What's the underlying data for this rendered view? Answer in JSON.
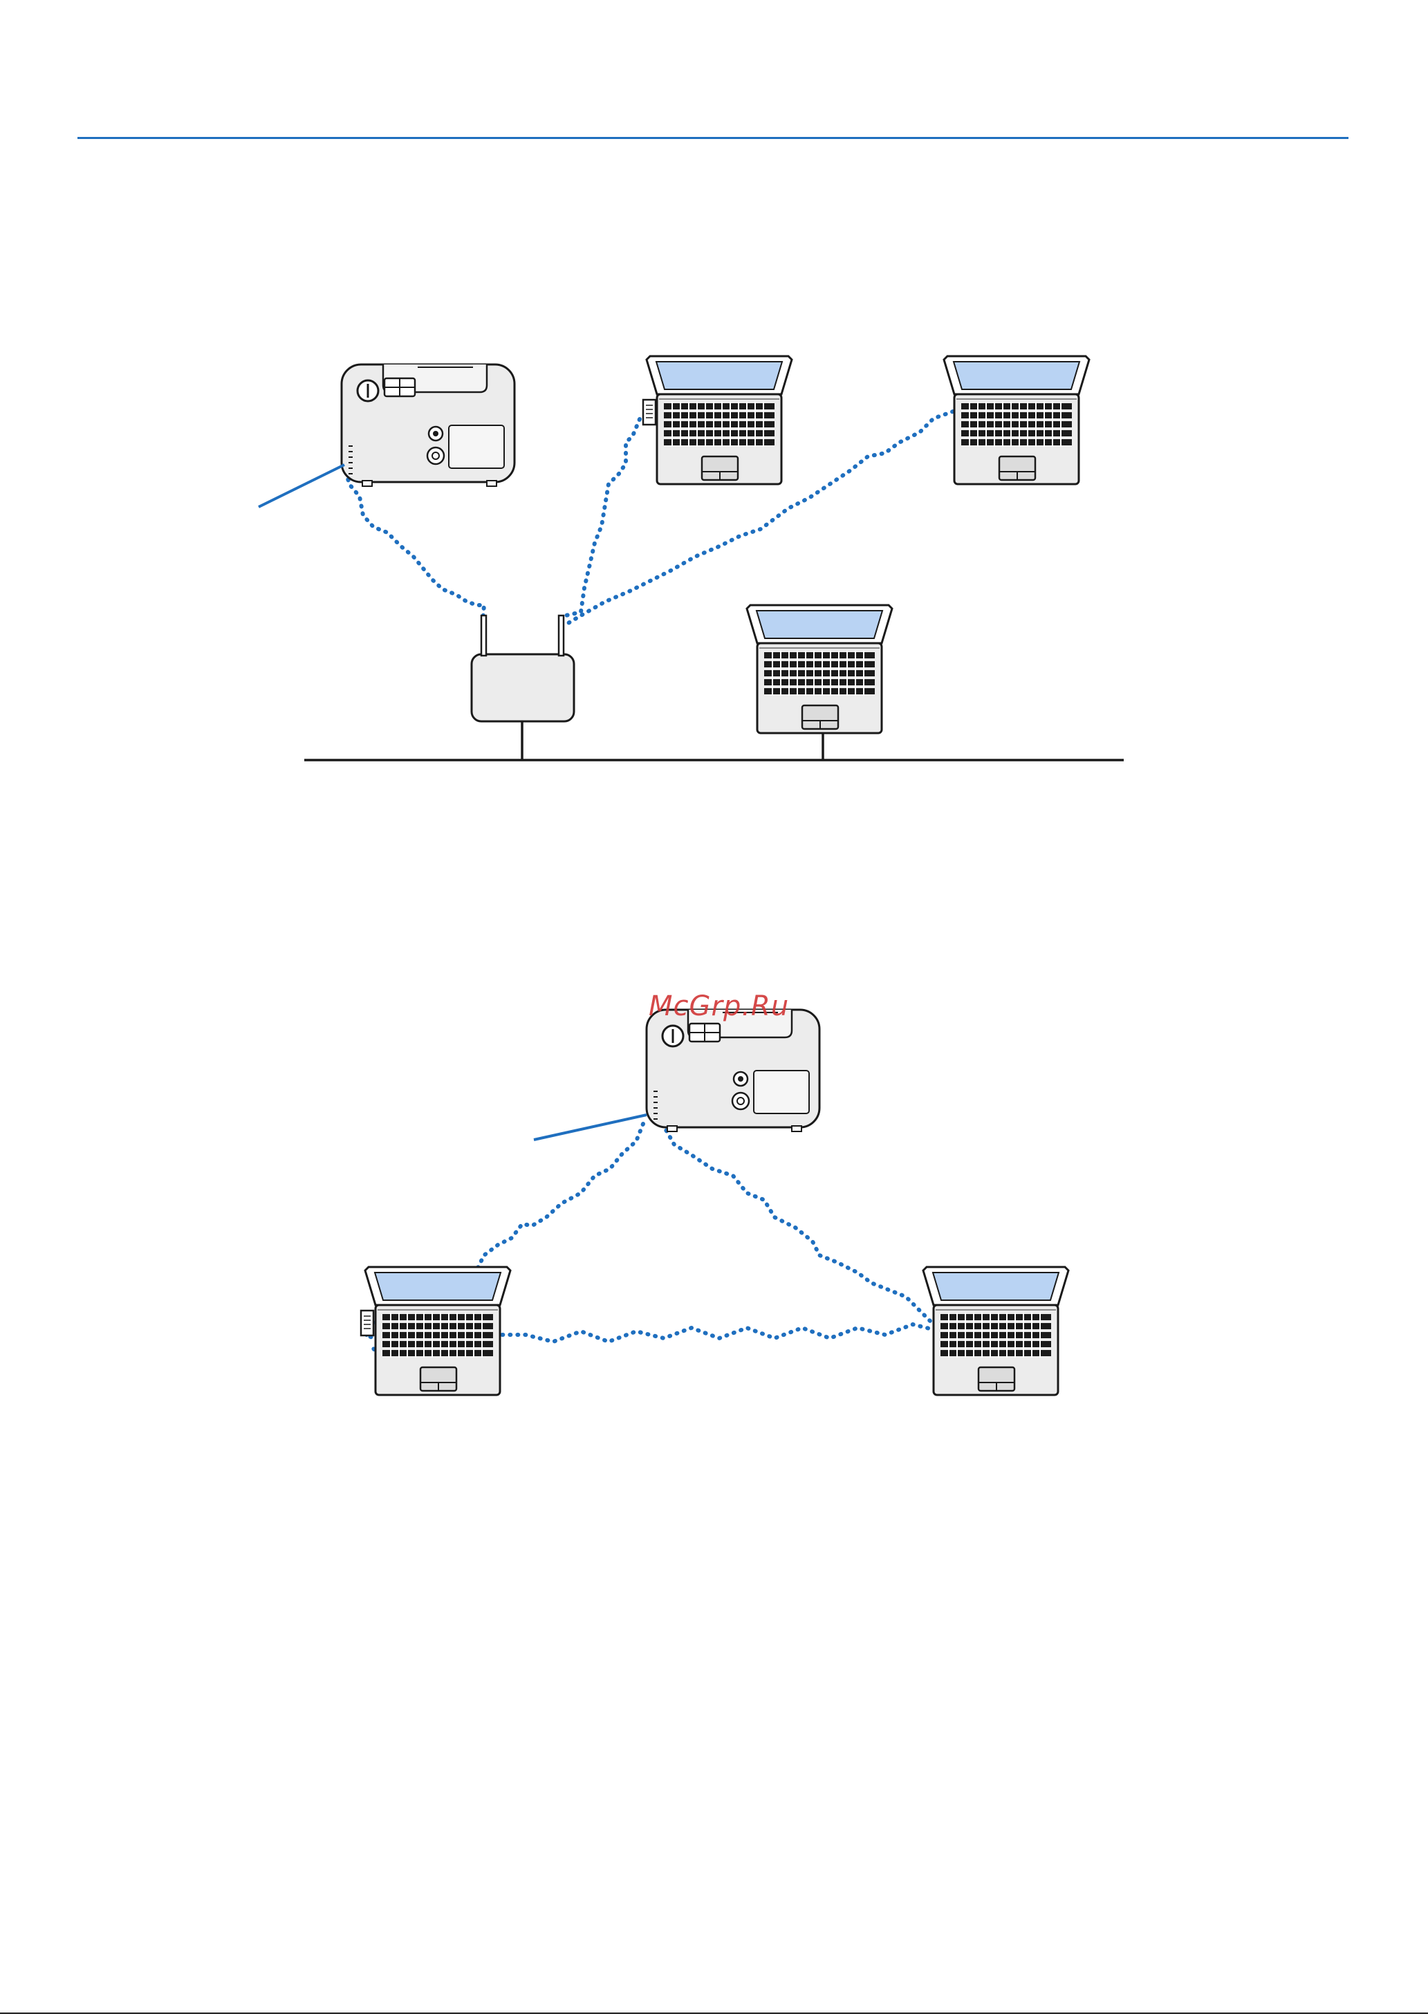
{
  "watermark": {
    "text": "McGrp.Ru",
    "color": "#d23a3a"
  },
  "colors": {
    "accent": "#1f6fbf",
    "screen": "#b9d3f3",
    "wireless_link": "#1f6fbf",
    "device_body": "#ededed"
  },
  "diagram_top": {
    "nodes": [
      {
        "id": "projector",
        "icon": "projector-icon"
      },
      {
        "id": "laptop-with-usb-adapter",
        "icon": "laptop-icon"
      },
      {
        "id": "laptop-right",
        "icon": "laptop-icon"
      },
      {
        "id": "access-point",
        "icon": "wireless-access-point-icon"
      },
      {
        "id": "laptop-wired",
        "icon": "laptop-icon"
      }
    ],
    "links": [
      {
        "from": "projector",
        "to": "access-point",
        "type": "wireless"
      },
      {
        "from": "laptop-with-usb-adapter",
        "to": "access-point",
        "type": "wireless"
      },
      {
        "from": "laptop-right",
        "to": "access-point",
        "type": "wireless"
      },
      {
        "from": "access-point",
        "to": "lan",
        "type": "wired"
      },
      {
        "from": "laptop-wired",
        "to": "lan",
        "type": "wired"
      }
    ]
  },
  "diagram_bottom": {
    "nodes": [
      {
        "id": "projector",
        "icon": "projector-icon"
      },
      {
        "id": "laptop-left-with-usb-adapter",
        "icon": "laptop-icon"
      },
      {
        "id": "laptop-right",
        "icon": "laptop-icon"
      }
    ],
    "links": [
      {
        "from": "projector",
        "to": "laptop-left-with-usb-adapter",
        "type": "wireless"
      },
      {
        "from": "projector",
        "to": "laptop-right",
        "type": "wireless"
      },
      {
        "from": "laptop-left-with-usb-adapter",
        "to": "laptop-right",
        "type": "wireless"
      }
    ]
  }
}
